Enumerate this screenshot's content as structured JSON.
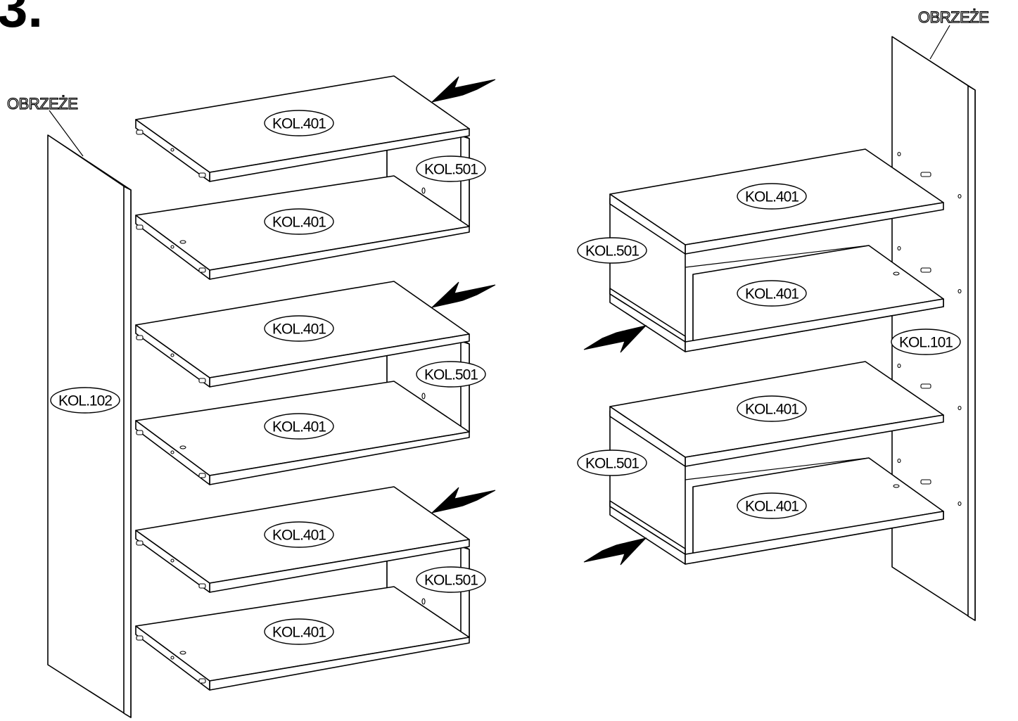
{
  "step_number": "3.",
  "edge_label": "OBRZEŻE",
  "parts": {
    "side_left": "KOL.102",
    "side_right": "KOL.101",
    "shelf": "KOL.401",
    "divider": "KOL.501"
  }
}
